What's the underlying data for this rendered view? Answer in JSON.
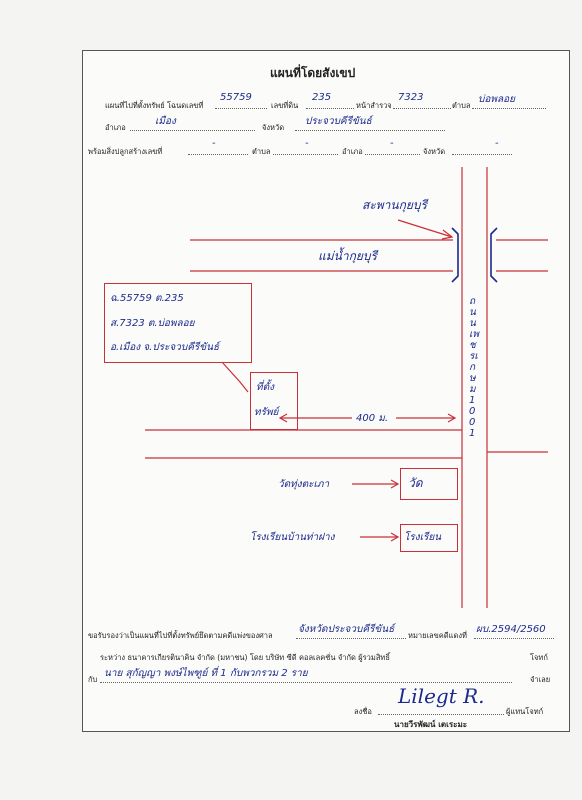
{
  "title": "แผนที่โดยสังเขป",
  "header": {
    "line1_prefix": "แผนที่ไปที่ตั้งทรัพย์ โฉนดเลขที่",
    "deed_no": "55759",
    "land_no_label": "เลขที่ดิน",
    "land_no": "235",
    "survey_label": "หน้าสำรวจ",
    "survey_no": "7323",
    "subdistrict_label": "ตำบล",
    "subdistrict": "บ่อพลอย",
    "district_label": "อำเภอ",
    "district": "เมือง",
    "province_label": "จังหวัด",
    "province": "ประจวบคีรีขันธ์",
    "line3_prefix": "พร้อมสิ่งปลูกสร้างเลขที่",
    "dash": "-",
    "subdistrict_label2": "ตำบล",
    "district_label2": "อำเภอ",
    "province_label2": "จังหวัด"
  },
  "map": {
    "bridge_label": "สะพานกุยบุรี",
    "river_label": "แม่น้ำกุยบุรี",
    "road_label": "ถนนเพชรเกษม 1001",
    "info_line1": "ฉ.55759 ต.235",
    "info_line2": "ส.7323 ต.บ่อพลอย",
    "info_line3": "อ.เมือง จ.ประจวบคีรีขันธ์",
    "property_line1": "ที่ตั้ง",
    "property_line2": "ทรัพย์",
    "distance": "400 ม.",
    "temple_name": "วัดทุ่งตะเภา",
    "temple_box": "วัด",
    "school_name": "โรงเรียนบ้านท่าฝาง",
    "school_box": "โรงเรียน"
  },
  "footer": {
    "cert_prefix": "ขอรับรองว่าเป็นแผนที่ไปที่ตั้งทรัพย์ยึดตามคดีแพ่งของศาล",
    "court": "จังหวัดประจวบคีรีขันธ์",
    "case_label": "หมายเลขคดีแดงที่",
    "case_no": "ผบ.2594/2560",
    "between": "ระหว่าง ธนาคารเกียรตินาคิน จำกัด (มหาชน) โดย บริษัท ซีดี คอลเลคชั่น จำกัด ผู้รวมสิทธิ์",
    "plaintiff": "โจทก์",
    "with_label": "กับ",
    "defendant_name": "นาย สุกัญญา พงษ์ไพฑูย์ ที่ 1 กับพวกรวม 2 ราย",
    "defendant": "จำเลย",
    "sign_label": "ลงชื่อ",
    "signature": "Lilegt R.",
    "agent_label": "ผู้แทนโจทก์",
    "signer_name": "นายวีรพัฒน์ เตเระมะ"
  },
  "colors": {
    "road": "#c8303a",
    "ink": "#1b2a8c",
    "border": "#555555"
  }
}
